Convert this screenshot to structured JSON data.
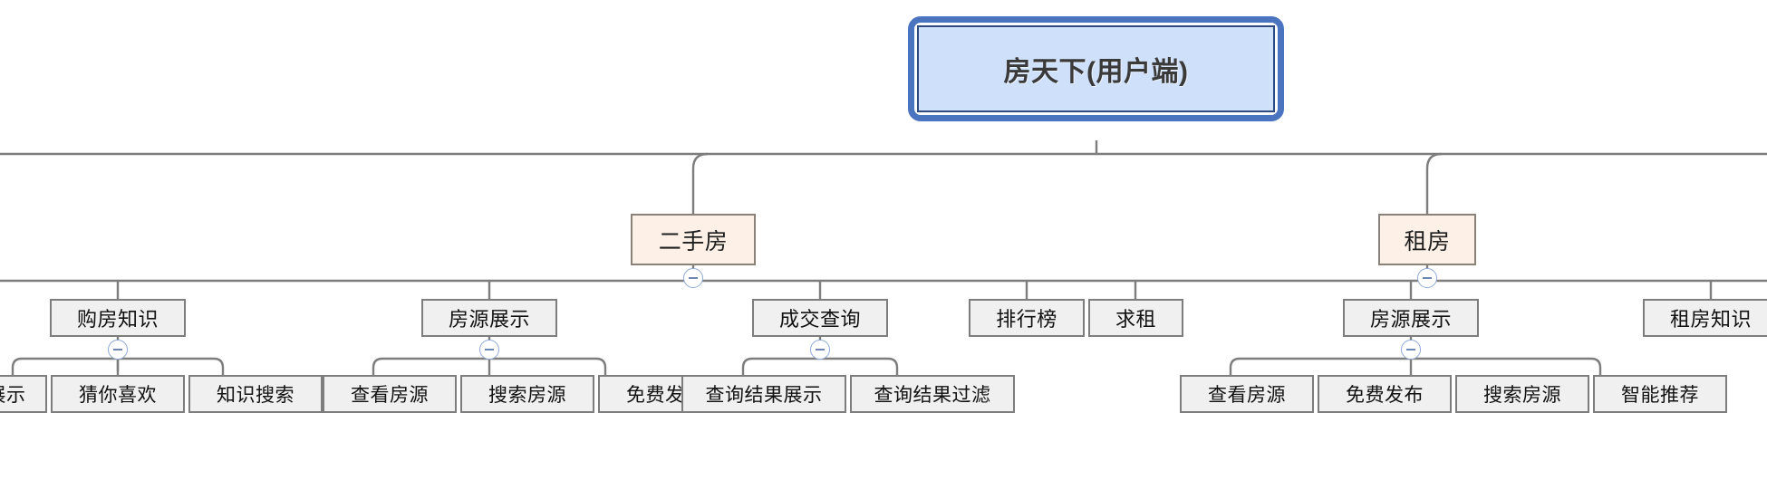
{
  "diagram": {
    "type": "mindmap-tree",
    "title": "房天下(用户端)",
    "orientation": "top-down",
    "colors": {
      "root_fill": "#cfe0fa",
      "root_border": "#2c4a80",
      "root_selection_ring": "#4a74c0",
      "level2_fill": "#fdf1e7",
      "level2_border": "#8a8279",
      "node_fill": "#f0f0f0",
      "node_border": "#7d7d7d",
      "edge": "#7d7d7d",
      "toggle_border": "#8fa9d8",
      "toggle_glyph": "#6f86b5",
      "background": "#ffffff"
    },
    "toggle_icon": "collapse-minus-icon",
    "toggle_state": "expanded"
  },
  "root": {
    "label": "房天下(用户端)"
  },
  "level2": [
    {
      "id": "ershoufang",
      "label": "二手房"
    },
    {
      "id": "zufang",
      "label": "租房"
    }
  ],
  "level3": [
    {
      "id": "goufangzhishi",
      "label": "购房知识",
      "parent": "clipped-left"
    },
    {
      "id": "fangyuanzhanshi_e",
      "label": "房源展示",
      "parent": "ershoufang"
    },
    {
      "id": "chengjiaochaxun",
      "label": "成交查询",
      "parent": "ershoufang"
    },
    {
      "id": "paihangbang",
      "label": "排行榜",
      "parent": "ershoufang"
    },
    {
      "id": "qiuzu",
      "label": "求租",
      "parent": "zufang"
    },
    {
      "id": "fangyuanzhanshi_z",
      "label": "房源展示",
      "parent": "zufang"
    },
    {
      "id": "zufangzhishi",
      "label": "租房知识",
      "parent": "zufang"
    }
  ],
  "leaves": [
    {
      "id": "leaf-clipped",
      "label": "展示",
      "parent": "goufangzhishi",
      "clipped": true
    },
    {
      "id": "leaf-cainixihuan",
      "label": "猜你喜欢",
      "parent": "goufangzhishi"
    },
    {
      "id": "leaf-zhishisousuo",
      "label": "知识搜索",
      "parent": "goufangzhishi"
    },
    {
      "id": "leaf-chakanfangyuan-e",
      "label": "查看房源",
      "parent": "fangyuanzhanshi_e"
    },
    {
      "id": "leaf-sousuofangyuan-e",
      "label": "搜索房源",
      "parent": "fangyuanzhanshi_e"
    },
    {
      "id": "leaf-mianfeifabu-e",
      "label": "免费发布",
      "parent": "fangyuanzhanshi_e"
    },
    {
      "id": "leaf-chaxunjieguozhanshi",
      "label": "查询结果展示",
      "parent": "chengjiaochaxun"
    },
    {
      "id": "leaf-chaxunjieguoguolv",
      "label": "查询结果过滤",
      "parent": "chengjiaochaxun"
    },
    {
      "id": "leaf-chakanfangyuan-z",
      "label": "查看房源",
      "parent": "fangyuanzhanshi_z"
    },
    {
      "id": "leaf-mianfeifabu-z",
      "label": "免费发布",
      "parent": "fangyuanzhanshi_z"
    },
    {
      "id": "leaf-sousuofangyuan-z",
      "label": "搜索房源",
      "parent": "fangyuanzhanshi_z"
    },
    {
      "id": "leaf-zhinengtuijian",
      "label": "智能推荐",
      "parent": "fangyuanzhanshi_z"
    }
  ]
}
